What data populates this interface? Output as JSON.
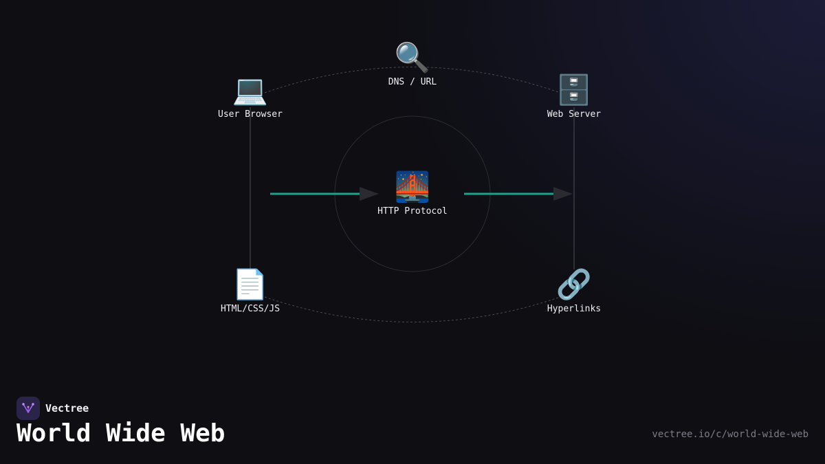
{
  "diagram": {
    "nodes": {
      "dns": {
        "label": "DNS / URL",
        "icon": "magnifying-glass-icon",
        "glyph": "🔍"
      },
      "browser": {
        "label": "User Browser",
        "icon": "laptop-icon",
        "glyph": "💻"
      },
      "server": {
        "label": "Web Server",
        "icon": "file-cabinet-icon",
        "glyph": "🗄️"
      },
      "http": {
        "label": "HTTP Protocol",
        "icon": "bridge-at-night-icon",
        "glyph": "🌉"
      },
      "html": {
        "label": "HTML/CSS/JS",
        "icon": "document-icon",
        "glyph": "📄"
      },
      "links": {
        "label": "Hyperlinks",
        "icon": "link-icon",
        "glyph": "🔗"
      }
    },
    "colors": {
      "arrow": "#1aa38a",
      "arrow_head": "#2a2a30",
      "connector": "#3a3a42",
      "dashed": "#4a4a55"
    }
  },
  "brand": {
    "name": "Vectree",
    "logo_icon": "vectree-logo-icon",
    "logo_color": "#a565f0"
  },
  "footer": {
    "title": "World Wide Web",
    "url": "vectree.io/c/world-wide-web"
  }
}
